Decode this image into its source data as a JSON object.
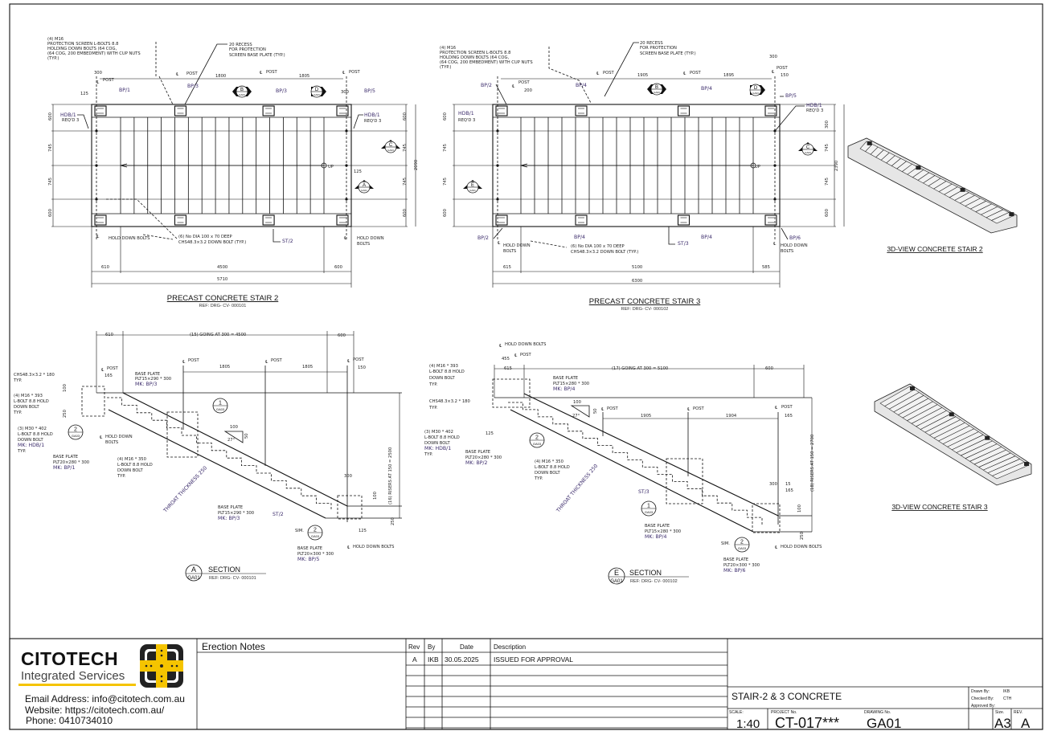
{
  "plan2": {
    "title": "PRECAST CONCRETE STAIR 2",
    "ref": "REF: DRG- CV- 000101",
    "note_screen": [
      "(4) M16",
      "PROTECTION SCREEN L-BOLTS 8.8",
      "HOLDING DOWN BOLTS (64 COG,",
      "(64 COG, 200 EMBEDMENT) WITH CUP NUTS",
      "(TYP.)"
    ],
    "note_recess": [
      "20 RECESS",
      "FOR PROTECTION",
      "SCREEN BASE PLATE (TYP.)"
    ],
    "post": "POST",
    "cl": "℄",
    "bp1": "BP/1",
    "bp3": "BP/3",
    "bp5": "BP/5",
    "hdb": "HDB/1",
    "reqd": "REQ'D 3",
    "up": "UP",
    "st": "ST/2",
    "hold_down_bolts": "HOLD DOWN BOLTS",
    "hold_down": "HOLD DOWN",
    "bolts": "BOLTS",
    "note_down_bolt": [
      "(6) No DIA 100 x 70 DEEP",
      "CHS48.3×3.2 DOWN BOLT (TYP.)"
    ],
    "dims": {
      "d300a": "300",
      "d125a": "125",
      "d1800": "1800",
      "d1805": "1805",
      "d300b": "300",
      "d600": "600",
      "d745": "745",
      "d2090": "2090",
      "d125b": "125",
      "d610": "610",
      "d4500": "4500",
      "d600b": "600",
      "d5710": "5710"
    },
    "markers": {
      "b": "B",
      "d": "D",
      "c": "C",
      "a": "A",
      "ref": "GA03",
      "ref_a": "GA01"
    }
  },
  "plan3": {
    "title": "PRECAST CONCRETE STAIR 3",
    "ref": "REF: DRG- CV- 000102",
    "note_screen": [
      "(4) M16",
      "PROTECTION SCREEN L-BOLTS 8.8",
      "HOLDING DOWN BOLTS (64 COG,",
      "(64 COG, 200 EMBEDMENT) WITH CUP NUTS",
      "(TYP.)"
    ],
    "note_recess": [
      "20 RECESS",
      "FOR PROTECTION",
      "SCREEN BASE PLATE (TYP.)"
    ],
    "bp2": "BP/2",
    "bp4": "BP/4",
    "bp5": "BP/5",
    "bp6": "BP/6",
    "hdb": "HDB/1",
    "reqd": "REQ'D 3",
    "up": "UP",
    "st": "ST/3",
    "note_down_bolt": [
      "(6) No DIA 100 x 70 DEEP",
      "CHS48.3×3.2 DOWN BOLT (TYP.)"
    ],
    "dims": {
      "d300": "300",
      "d1905": "1905",
      "d1895": "1895",
      "d150": "150",
      "d200": "200",
      "d600": "600",
      "d745": "745",
      "d300r": "300",
      "d2390": "2390",
      "d615": "615",
      "d5100": "5100",
      "d585": "585",
      "d6300": "6300"
    },
    "markers": {
      "b": "B",
      "d": "D",
      "c": "C",
      "e": "E",
      "ref": "GA03",
      "ref_e": "GA01"
    }
  },
  "sectionA": {
    "label": "SECTION",
    "marker": "A",
    "marker_ref": "GA01",
    "ref": "REF: DRG- CV- 000101",
    "going": "(15) GOING AT 300 = 4500",
    "risers": "(16) RISERS AT 150 = 2500",
    "throat": "THROAT THICKNESS 250",
    "chs": [
      "CHS48.3×3.2 * 180",
      "TYP."
    ],
    "m16_393": [
      "(4) M16 * 393",
      "L-BOLT 8.8 HOLD",
      "DOWN BOLT",
      "TYP."
    ],
    "m30": [
      "(3) M30 * 402",
      "L-BOLT 8.8 HOLD",
      "DOWN BOLT",
      "MK: HDB/1",
      "TYP."
    ],
    "bp1": [
      "BASE PLATE",
      "PLT20×280 * 300",
      "MK: BP/1"
    ],
    "bp3_top": [
      "BASE PLATE",
      "PLT15×290 * 300",
      "MK: BP/3"
    ],
    "bp3_bot": [
      "BASE PLATE",
      "PLT15×290 * 300",
      "MK: BP/3"
    ],
    "bp5": [
      "BASE PLATE",
      "PLT20×300 * 300",
      "MK: BP/5"
    ],
    "m16_350": [
      "(4) M16 * 350",
      "L-BOLT 8.8 HOLD",
      "DOWN BOLT",
      "TYP."
    ],
    "hold_down": [
      "HOLD DOWN",
      "BOLTS"
    ],
    "hold_down_bolts": "HOLD DOWN BOLTS",
    "st": "ST/2",
    "sim": "SIM.",
    "post": "POST",
    "det1": "1",
    "det2": "2",
    "det_ref": "GA03",
    "dims": {
      "d610": "610",
      "d600": "600",
      "d1805a": "1805",
      "d1805b": "1805",
      "d150": "150",
      "d165": "165",
      "d100": "100",
      "d250": "250",
      "d100s": "100",
      "d50": "50",
      "ang": "27°",
      "d300": "300",
      "d100b": "100",
      "d250b": "250",
      "d125": "125"
    }
  },
  "sectionE": {
    "label": "SECTION",
    "marker": "E",
    "marker_ref": "GA01",
    "ref": "REF: DRG- CV- 000102",
    "going": "(17) GOING AT 300 = 5100",
    "risers": "(18) RISERS AT 150 = 2700",
    "throat": "THROAT THICKNESS 250",
    "hold_down_bolts": "HOLD DOWN BOLTS",
    "m16_393": [
      "(4) M16 * 393",
      "L-BOLT 8.8 HOLD",
      "DOWN BOLT",
      "TYP."
    ],
    "chs": [
      "CHS48.3×3.2 * 180",
      "TYP."
    ],
    "m30": [
      "(3) M30 * 402",
      "L-BOLT 8.8 HOLD",
      "DOWN BOLT",
      "MK: HDB/1",
      "TYP."
    ],
    "bp4_top": [
      "BASE PLATE",
      "PLT15×280 * 300",
      "MK: BP/4"
    ],
    "bp2": [
      "BASE PLATE",
      "PLT20×280 * 300",
      "MK: BP/2"
    ],
    "m16_350": [
      "(4) M16 * 350",
      "L-BOLT 8.8 HOLD",
      "DOWN BOLT",
      "TYP."
    ],
    "bp4_bot": [
      "BASE PLATE",
      "PLT15×280 * 300",
      "MK: BP/4"
    ],
    "bp6": [
      "BASE PLATE",
      "PLT20×300 * 300",
      "MK: BP/6"
    ],
    "st": "ST/3",
    "sim": "SIM.",
    "post": "POST",
    "det1": "1",
    "det2": "2",
    "det_ref": "GA03",
    "dims": {
      "d455": "455",
      "d615": "615",
      "d600": "600",
      "d100": "100",
      "d50": "50",
      "ang": "27°",
      "d1905": "1905",
      "d1904": "1904",
      "d165": "165",
      "d125": "125",
      "d300": "300",
      "d15": "15",
      "d165b": "165",
      "d100b": "100",
      "d250": "250",
      "d100c": "100",
      "d250c": "250"
    }
  },
  "view3d": {
    "stair2": "3D-VIEW CONCRETE STAIR 2",
    "stair3": "3D-VIEW CONCRETE STAIR 3"
  },
  "titleblock": {
    "company": "CITOTECH",
    "company_sub": "Integrated Services",
    "email": "Email Address: info@citotech.com.au",
    "website": "Website: https://citotech.com.au/",
    "phone": "Phone: 0410734010",
    "erection_notes": "Erection Notes",
    "rev_headers": [
      "Rev",
      "By",
      "Date",
      "Description"
    ],
    "revisions": [
      {
        "rev": "A",
        "by": "IKB",
        "date": "30.05.2025",
        "description": "ISSUED FOR APPROVAL"
      }
    ],
    "drawing_title": "STAIR-2 & 3 CONCRETE",
    "drawn_by_label": "Drawn By:",
    "drawn_by": "IKB",
    "checked_by_label": "Checked By:",
    "checked_by": "CTH",
    "approved_by_label": "Approved By:",
    "scale_label": "SCALE:",
    "scale": "1:40",
    "project_label": "PROJECT No.",
    "project": "CT-017***",
    "drawing_label": "DRAWING No.",
    "drawing": "GA01",
    "size_label": "Size.",
    "size": "A3",
    "rev_label": "REV.",
    "rev": "A",
    "colors": {
      "brand_yellow": "#f5c400",
      "ink": "#111111"
    }
  }
}
